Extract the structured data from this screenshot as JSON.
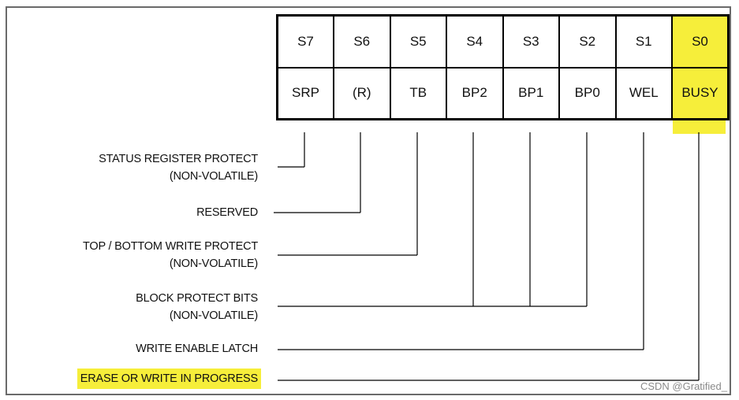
{
  "register": {
    "bits": [
      "S7",
      "S6",
      "S5",
      "S4",
      "S3",
      "S2",
      "S1",
      "S0"
    ],
    "names": [
      "SRP",
      "(R)",
      "TB",
      "BP2",
      "BP1",
      "BP0",
      "WEL",
      "BUSY"
    ],
    "highlight_color": "#f6ee3a"
  },
  "labels": {
    "srp": [
      "STATUS REGISTER PROTECT",
      "(NON-VOLATILE)"
    ],
    "reserved": [
      "RESERVED"
    ],
    "tb": [
      "TOP / BOTTOM WRITE PROTECT",
      "(NON-VOLATILE)"
    ],
    "bp": [
      "BLOCK PROTECT BITS",
      "(NON-VOLATILE)"
    ],
    "wel": [
      "WRITE ENABLE LATCH"
    ],
    "busy": [
      "ERASE OR WRITE IN PROGRESS"
    ]
  },
  "watermark": "CSDN @Gratified_"
}
